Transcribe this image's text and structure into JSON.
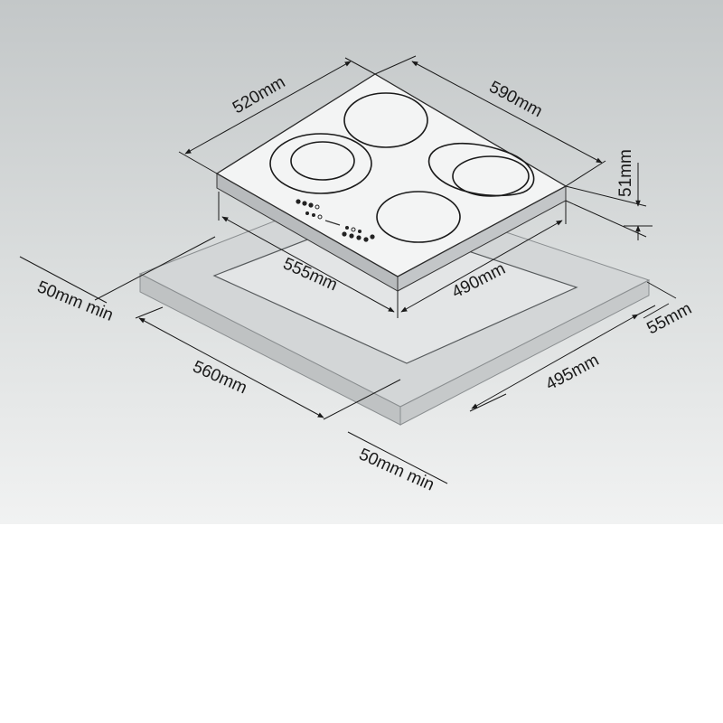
{
  "dimensions": {
    "hob_depth": "520mm",
    "hob_width": "590mm",
    "hob_height": "51mm",
    "cutout_width": "555mm",
    "cutout_depth": "490mm",
    "worktop_clearance_left": "50mm min",
    "worktop_width": "560mm",
    "worktop_depth": "495mm",
    "worktop_clearance_front": "50mm min",
    "back_clearance": "55mm"
  },
  "colors": {
    "background_top": "#c4c8c9",
    "background_bottom": "#f2f3f3",
    "hob_surface": "#f4f5f5",
    "hob_side": "#b9bcbe",
    "worktop_top": "#d2d5d6",
    "worktop_side": "#c0c3c4",
    "line": "#1a1a1a"
  }
}
